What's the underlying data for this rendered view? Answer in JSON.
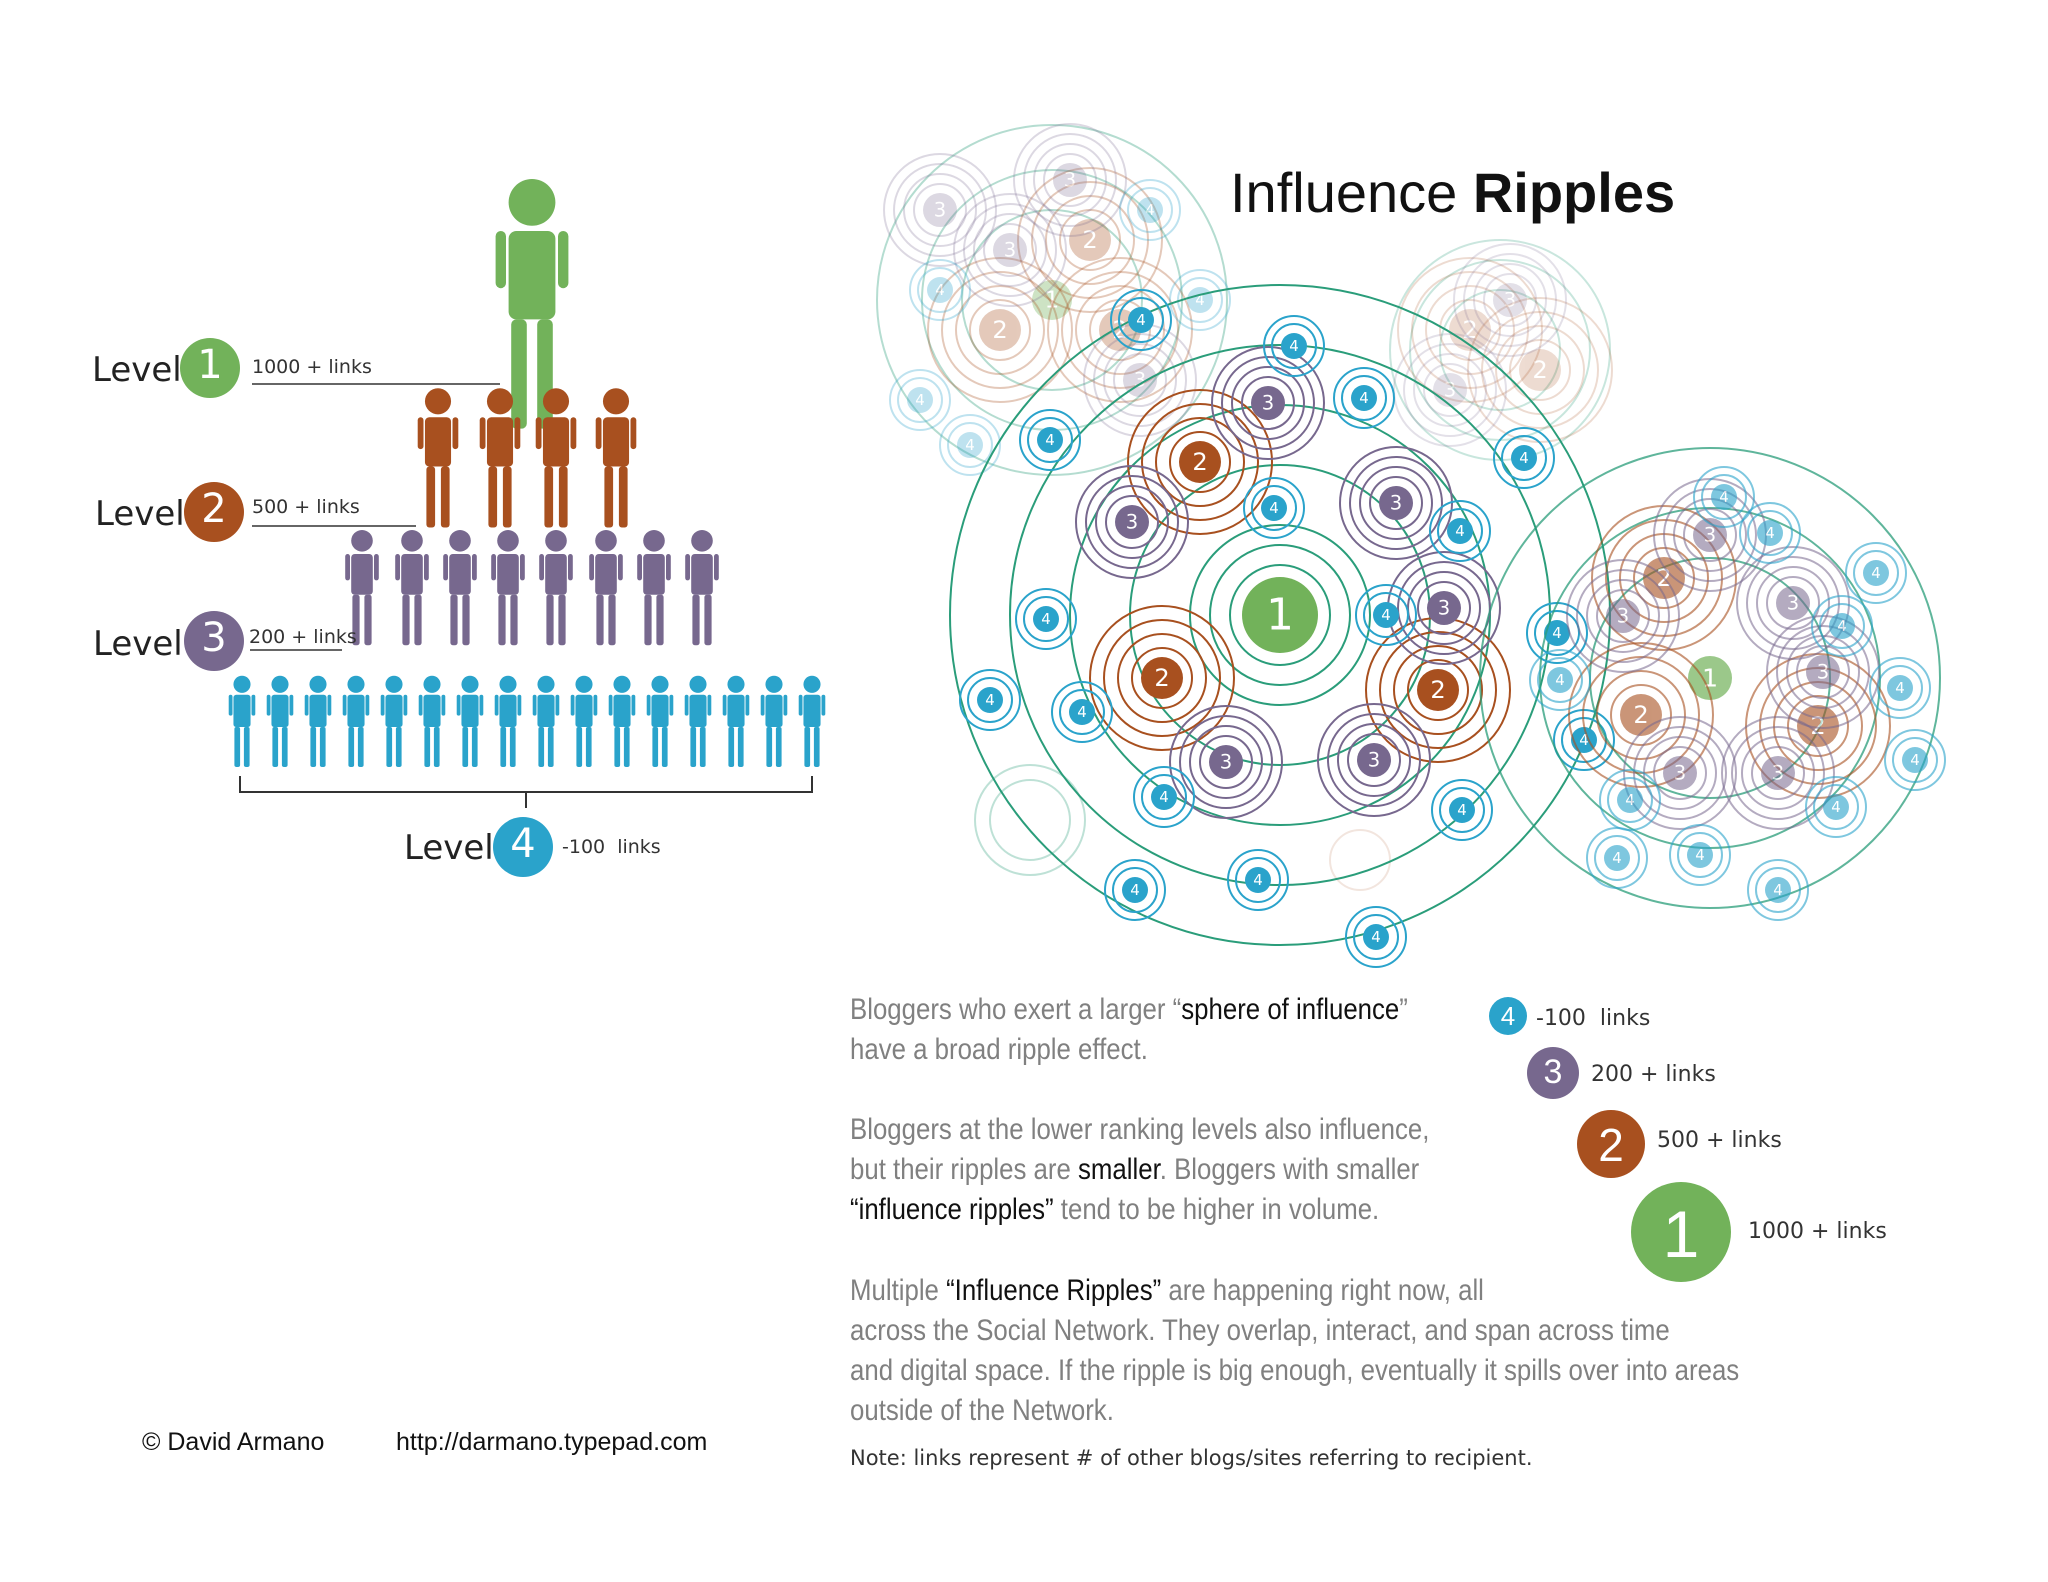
{
  "title": {
    "light": "Influence",
    "bold": "Ripples"
  },
  "pyramid": {
    "levels": [
      {
        "word": "Level",
        "num": "1",
        "links": "1000 + links",
        "color": "#72b25a"
      },
      {
        "word": "Level",
        "num": "2",
        "links": "500 + links",
        "color": "#a8501f"
      },
      {
        "word": "Level",
        "num": "3",
        "links": "200 + links",
        "color": "#77688e"
      },
      {
        "word": "Level",
        "num": "4",
        "links": "-100  links",
        "color": "#2aa3cb"
      }
    ]
  },
  "legend": [
    {
      "num": "4",
      "links": "-100  links",
      "color": "#2aa3cb"
    },
    {
      "num": "3",
      "links": "200 + links",
      "color": "#77688e"
    },
    {
      "num": "2",
      "links": "500 + links",
      "color": "#a8501f"
    },
    {
      "num": "1",
      "links": "1000 + links",
      "color": "#72b25a"
    }
  ],
  "paragraphs": {
    "p1_a": "Bloggers who exert a larger “",
    "p1_b": "sphere of influence",
    "p1_c": "”",
    "p1_d": "have a broad ripple effect.",
    "p2_a": "Bloggers at the lower ranking levels also influence,",
    "p2_b": "but their ripples are ",
    "p2_c": "smaller",
    "p2_d": ".  Bloggers with smaller",
    "p2_e": "“influence ripples”",
    "p2_f": " tend to be higher in volume.",
    "p3_a": "Multiple ",
    "p3_b": "“Influence Ripples”",
    "p3_c": " are happening right now, all",
    "p3_d": "across the Social Network.  They overlap, interact, and span across time",
    "p3_e": "and digital space.  If the ripple is big enough, eventually it spills over into areas",
    "p3_f": "outside of the Network."
  },
  "note": "Note: links represent # of other blogs/sites referring to recipient.",
  "credit": {
    "author": "© David Armano",
    "url": "http://darmano.typepad.com"
  },
  "colors": {
    "green": "#72b25a",
    "brown": "#a8501f",
    "purple": "#77688e",
    "blue": "#2aa3cb",
    "teal": "#2a9d7a"
  }
}
